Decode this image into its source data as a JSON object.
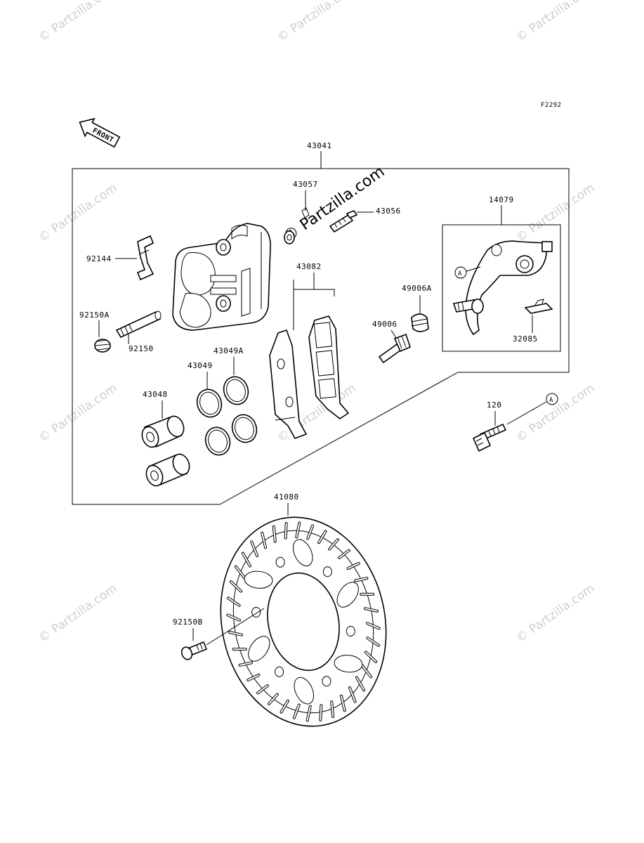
{
  "figure_code": "F2292",
  "front_label": "FRONT",
  "watermark": "© Partzilla.com",
  "parts": {
    "p43041": "43041",
    "p43057": "43057",
    "p43056": "43056",
    "p14079": "14079",
    "p92144": "92144",
    "p43082": "43082",
    "p49006A": "49006A",
    "p92150A": "92150A",
    "p49006": "49006",
    "p92150": "92150",
    "p43049A": "43049A",
    "p43049": "43049",
    "p32085": "32085",
    "p43048": "43048",
    "p120": "120",
    "p41080": "41080",
    "p92150B": "92150B"
  },
  "ref_marker": "A"
}
